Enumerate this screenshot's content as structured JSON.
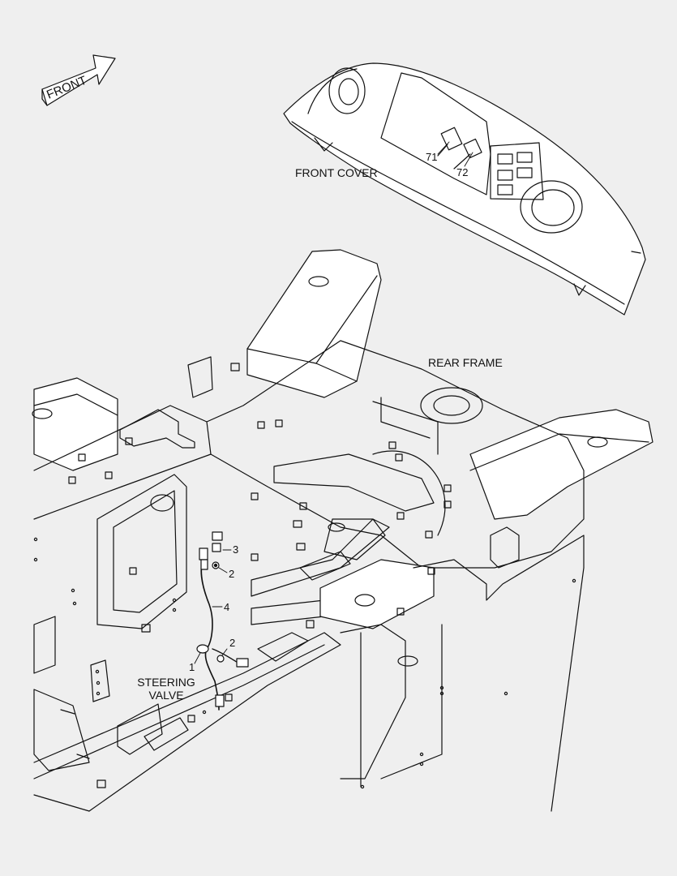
{
  "direction_arrow": {
    "text": "FRONT"
  },
  "labels": {
    "front_cover": "FRONT COVER",
    "rear_frame": "REAR FRAME",
    "steering_valve_line1": "STEERING",
    "steering_valve_line2": "VALVE"
  },
  "callouts": [
    "71",
    "72",
    "3",
    "2",
    "4",
    "2",
    "1"
  ]
}
